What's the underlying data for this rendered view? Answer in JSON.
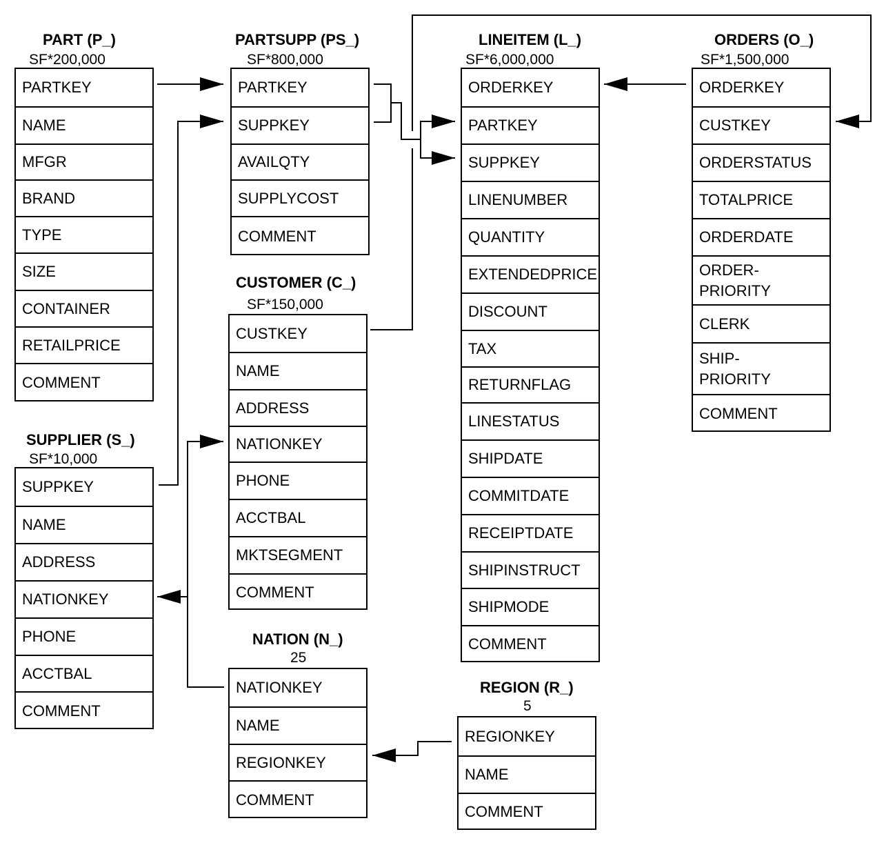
{
  "tables": {
    "part": {
      "title": "PART (P_)",
      "sf": "SF*200,000",
      "columns": [
        "PARTKEY",
        "NAME",
        "MFGR",
        "BRAND",
        "TYPE",
        "SIZE",
        "CONTAINER",
        "RETAILPRICE",
        "COMMENT"
      ]
    },
    "partsupp": {
      "title": "PARTSUPP (PS_)",
      "sf": "SF*800,000",
      "columns": [
        "PARTKEY",
        "SUPPKEY",
        "AVAILQTY",
        "SUPPLYCOST",
        "COMMENT"
      ]
    },
    "lineitem": {
      "title": "LINEITEM (L_)",
      "sf": "SF*6,000,000",
      "columns": [
        "ORDERKEY",
        "PARTKEY",
        "SUPPKEY",
        "LINENUMBER",
        "QUANTITY",
        "EXTENDEDPRICE",
        "DISCOUNT",
        "TAX",
        "RETURNFLAG",
        "LINESTATUS",
        "SHIPDATE",
        "COMMITDATE",
        "RECEIPTDATE",
        "SHIPINSTRUCT",
        "SHIPMODE",
        "COMMENT"
      ]
    },
    "orders": {
      "title": "ORDERS (O_)",
      "sf": "SF*1,500,000",
      "columns": [
        "ORDERKEY",
        "CUSTKEY",
        "ORDERSTATUS",
        "TOTALPRICE",
        "ORDERDATE",
        "ORDER-\nPRIORITY",
        "CLERK",
        "SHIP-\nPRIORITY",
        "COMMENT"
      ]
    },
    "customer": {
      "title": "CUSTOMER (C_)",
      "sf": "SF*150,000",
      "columns": [
        "CUSTKEY",
        "NAME",
        "ADDRESS",
        "NATIONKEY",
        "PHONE",
        "ACCTBAL",
        "MKTSEGMENT",
        "COMMENT"
      ]
    },
    "supplier": {
      "title": "SUPPLIER (S_)",
      "sf": "SF*10,000",
      "columns": [
        "SUPPKEY",
        "NAME",
        "ADDRESS",
        "NATIONKEY",
        "PHONE",
        "ACCTBAL",
        "COMMENT"
      ]
    },
    "nation": {
      "title": "NATION (N_)",
      "sf": "25",
      "columns": [
        "NATIONKEY",
        "NAME",
        "REGIONKEY",
        "COMMENT"
      ]
    },
    "region": {
      "title": "REGION (R_)",
      "sf": "5",
      "columns": [
        "REGIONKEY",
        "NAME",
        "COMMENT"
      ]
    }
  }
}
